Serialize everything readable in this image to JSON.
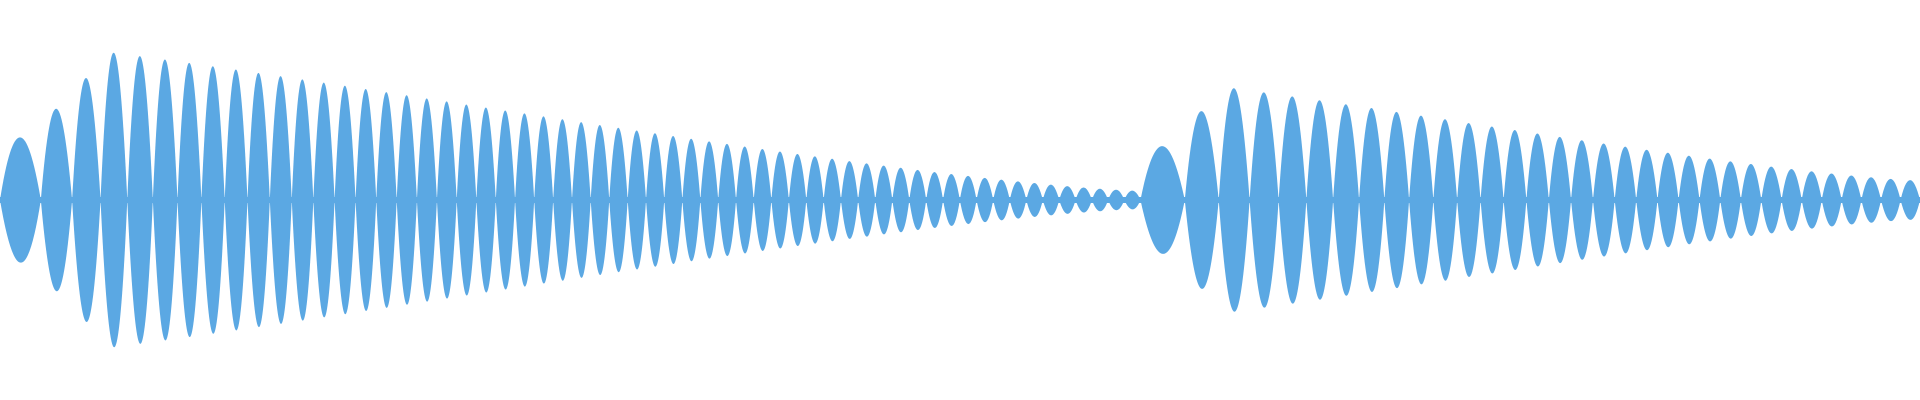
{
  "waveform": {
    "color": "#5ba8e3",
    "background": "#ffffff",
    "segments": [
      {
        "name": "segment-1",
        "start_fraction": 0.0,
        "end_fraction": 0.594,
        "attack_peak": 1.0,
        "end_amplitude": 0.06,
        "lobes": 58
      },
      {
        "name": "segment-2",
        "start_fraction": 0.594,
        "end_fraction": 1.0,
        "attack_peak": 0.84,
        "end_amplitude": 0.14,
        "lobes": 33
      }
    ]
  }
}
